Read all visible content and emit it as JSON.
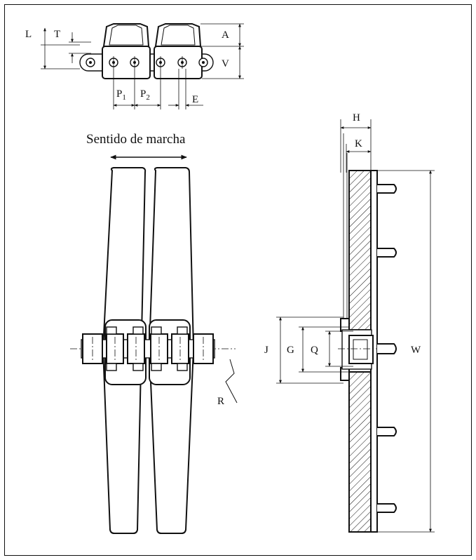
{
  "labels": {
    "direction": "Sentido de marcha",
    "L": "L",
    "T": "T",
    "A": "A",
    "V": "V",
    "P1_main": "P",
    "P1_sub": "1",
    "P2_main": "P",
    "P2_sub": "2",
    "E": "E",
    "H": "H",
    "K": "K",
    "J": "J",
    "G": "G",
    "Q": "Q",
    "W": "W",
    "R": "R"
  }
}
